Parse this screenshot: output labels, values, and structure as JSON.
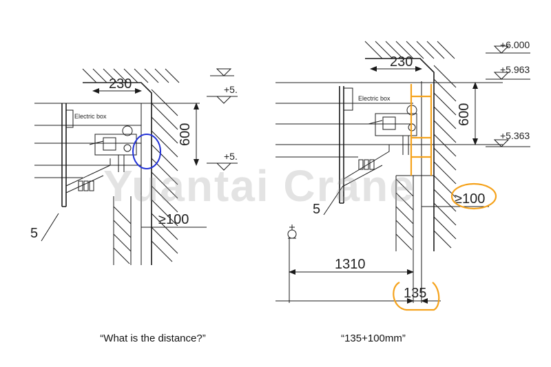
{
  "left_drawing": {
    "width_dim": "230",
    "height_dim": "600",
    "clearance_dim": "≥100",
    "level_top": "+5.",
    "level_bottom": "+5.",
    "electric_box": "Electric box",
    "part_number": "5",
    "caption": "“What is the distance?”",
    "highlight_color": "#1f2fd6"
  },
  "right_drawing": {
    "width_dim": "230",
    "height_dim": "600",
    "clearance_dim": "≥100",
    "level_1": "+6.000",
    "level_2": "+5.963",
    "level_3": "+5.363",
    "electric_box": "Electric box",
    "part_number": "5",
    "span_dim": "1310",
    "gap_dim": "135",
    "caption": "“135+100mm”",
    "highlight_color": "#f5a21b"
  },
  "watermark": "Yuantai Crane"
}
